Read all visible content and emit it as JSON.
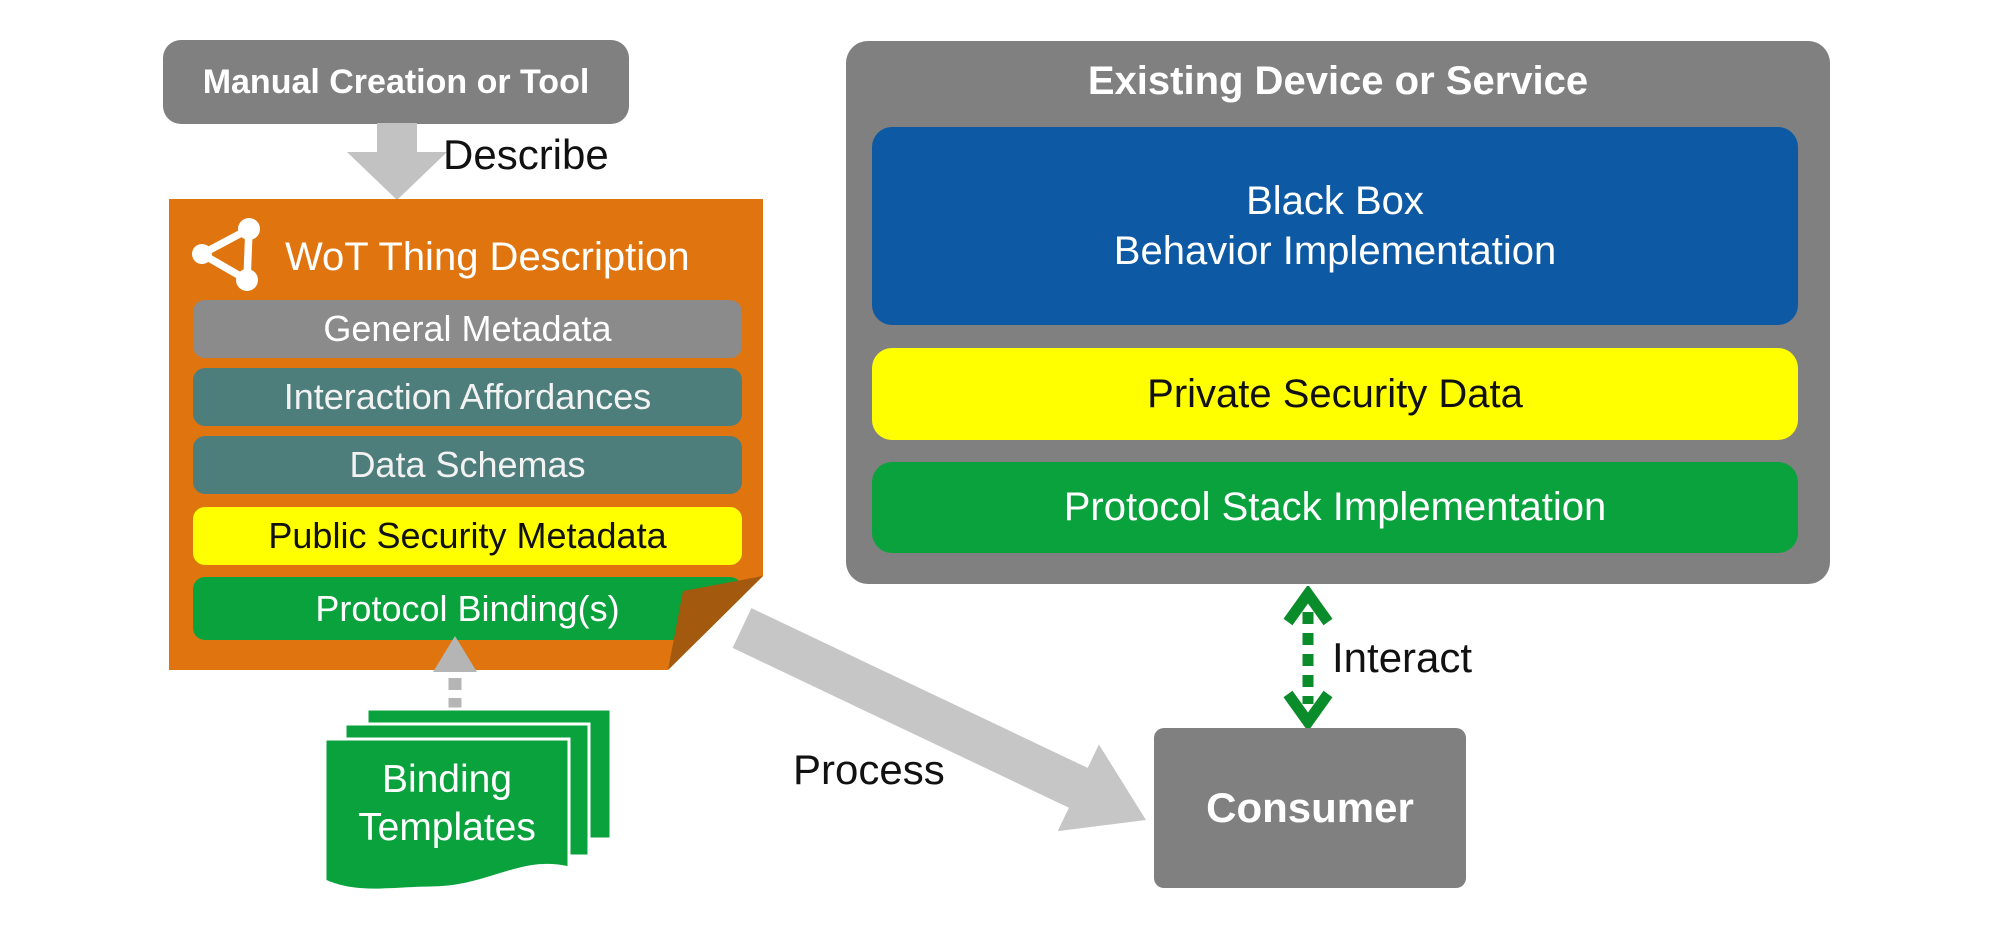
{
  "creator": {
    "title": "Manual Creation or Tool"
  },
  "labels": {
    "describe": "Describe",
    "process": "Process",
    "interact": "Interact"
  },
  "td": {
    "title": "WoT Thing Description",
    "icon": "td-triangle-nodes-icon",
    "layers": [
      {
        "label": "General Metadata",
        "color": "#8B8B8B",
        "text_color": "#FFFFFF"
      },
      {
        "label": "Interaction Affordances",
        "color": "#4E7E7C",
        "text_color": "#FFFFFF"
      },
      {
        "label": "Data Schemas",
        "color": "#4E7E7C",
        "text_color": "#FFFFFF"
      },
      {
        "label": "Public Security Metadata",
        "color": "#FFFF00",
        "text_color": "#111111"
      },
      {
        "label": "Protocol Binding(s)",
        "color": "#0AA23D",
        "text_color": "#FFFFFF"
      }
    ]
  },
  "binding_templates": {
    "line1": "Binding",
    "line2": "Templates",
    "color": "#0AA23D"
  },
  "device": {
    "title": "Existing Device or Service",
    "black_box": {
      "line1": "Black Box",
      "line2": "Behavior Implementation",
      "color": "#0D59A3"
    },
    "private_security": {
      "label": "Private Security Data",
      "color": "#FFFF00"
    },
    "protocol_stack": {
      "label": "Protocol Stack Implementation",
      "color": "#0AA23D"
    }
  },
  "consumer": {
    "title": "Consumer"
  },
  "colors": {
    "box_gray": "#808080",
    "td_orange": "#E0740E",
    "fold_brown": "#A3590E",
    "arrow_light_gray": "#C5C5C5",
    "dashed_arrow_gray": "#B5B5B5",
    "interact_green": "#0A8C2A"
  }
}
